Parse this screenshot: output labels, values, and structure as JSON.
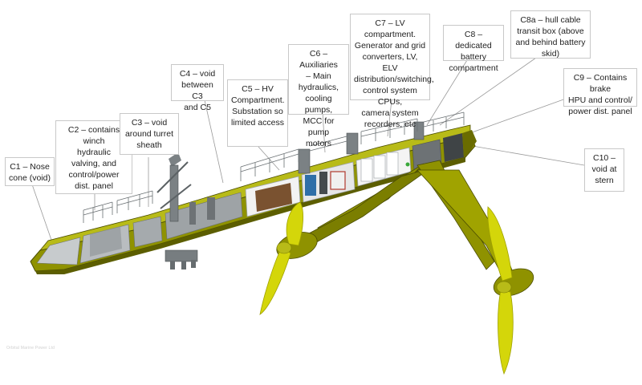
{
  "colors": {
    "hull": "#8f9200",
    "hull_dark": "#5c5e00",
    "hull_light": "#b8bb18",
    "blade": "#d4d60a",
    "blade_dark": "#9fa100",
    "interior": "#9ea3a6",
    "interior_dark": "#5d6366",
    "callout_border": "#c8c8c8",
    "leader_line": "#9a9a9a"
  },
  "callouts": {
    "c1": "C1 – Nose\ncone (void)",
    "c2": "C2 – contains\nwinch\nhydraulic\nvalving, and\ncontrol/power\ndist. panel",
    "c3": "C3 – void\naround turret\nsheath",
    "c4": "C4 – void\nbetween C3\nand C5",
    "c5": "C5 – HV\nCompartment.\nSubstation so\nlimited access",
    "c6": "C6 – Auxiliaries\n– Main\nhydraulics,\ncooling pumps,\nMCC for pump\nmotors",
    "c7": "C7 – LV compartment.\nGenerator and grid\nconverters, LV, ELV\ndistribution/switching,\ncontrol system CPUs,\ncamera system\nrecorders, etc",
    "c8": "C8 – dedicated\nbattery\ncompartment",
    "c8a": "C8a – hull cable\ntransit box (above\nand behind battery\nskid)",
    "c9": "C9 – Contains brake\nHPU and control/\npower dist. panel",
    "c10": "C10 –\nvoid at\nstern"
  },
  "watermark": "Orbital Marine Power Ltd"
}
